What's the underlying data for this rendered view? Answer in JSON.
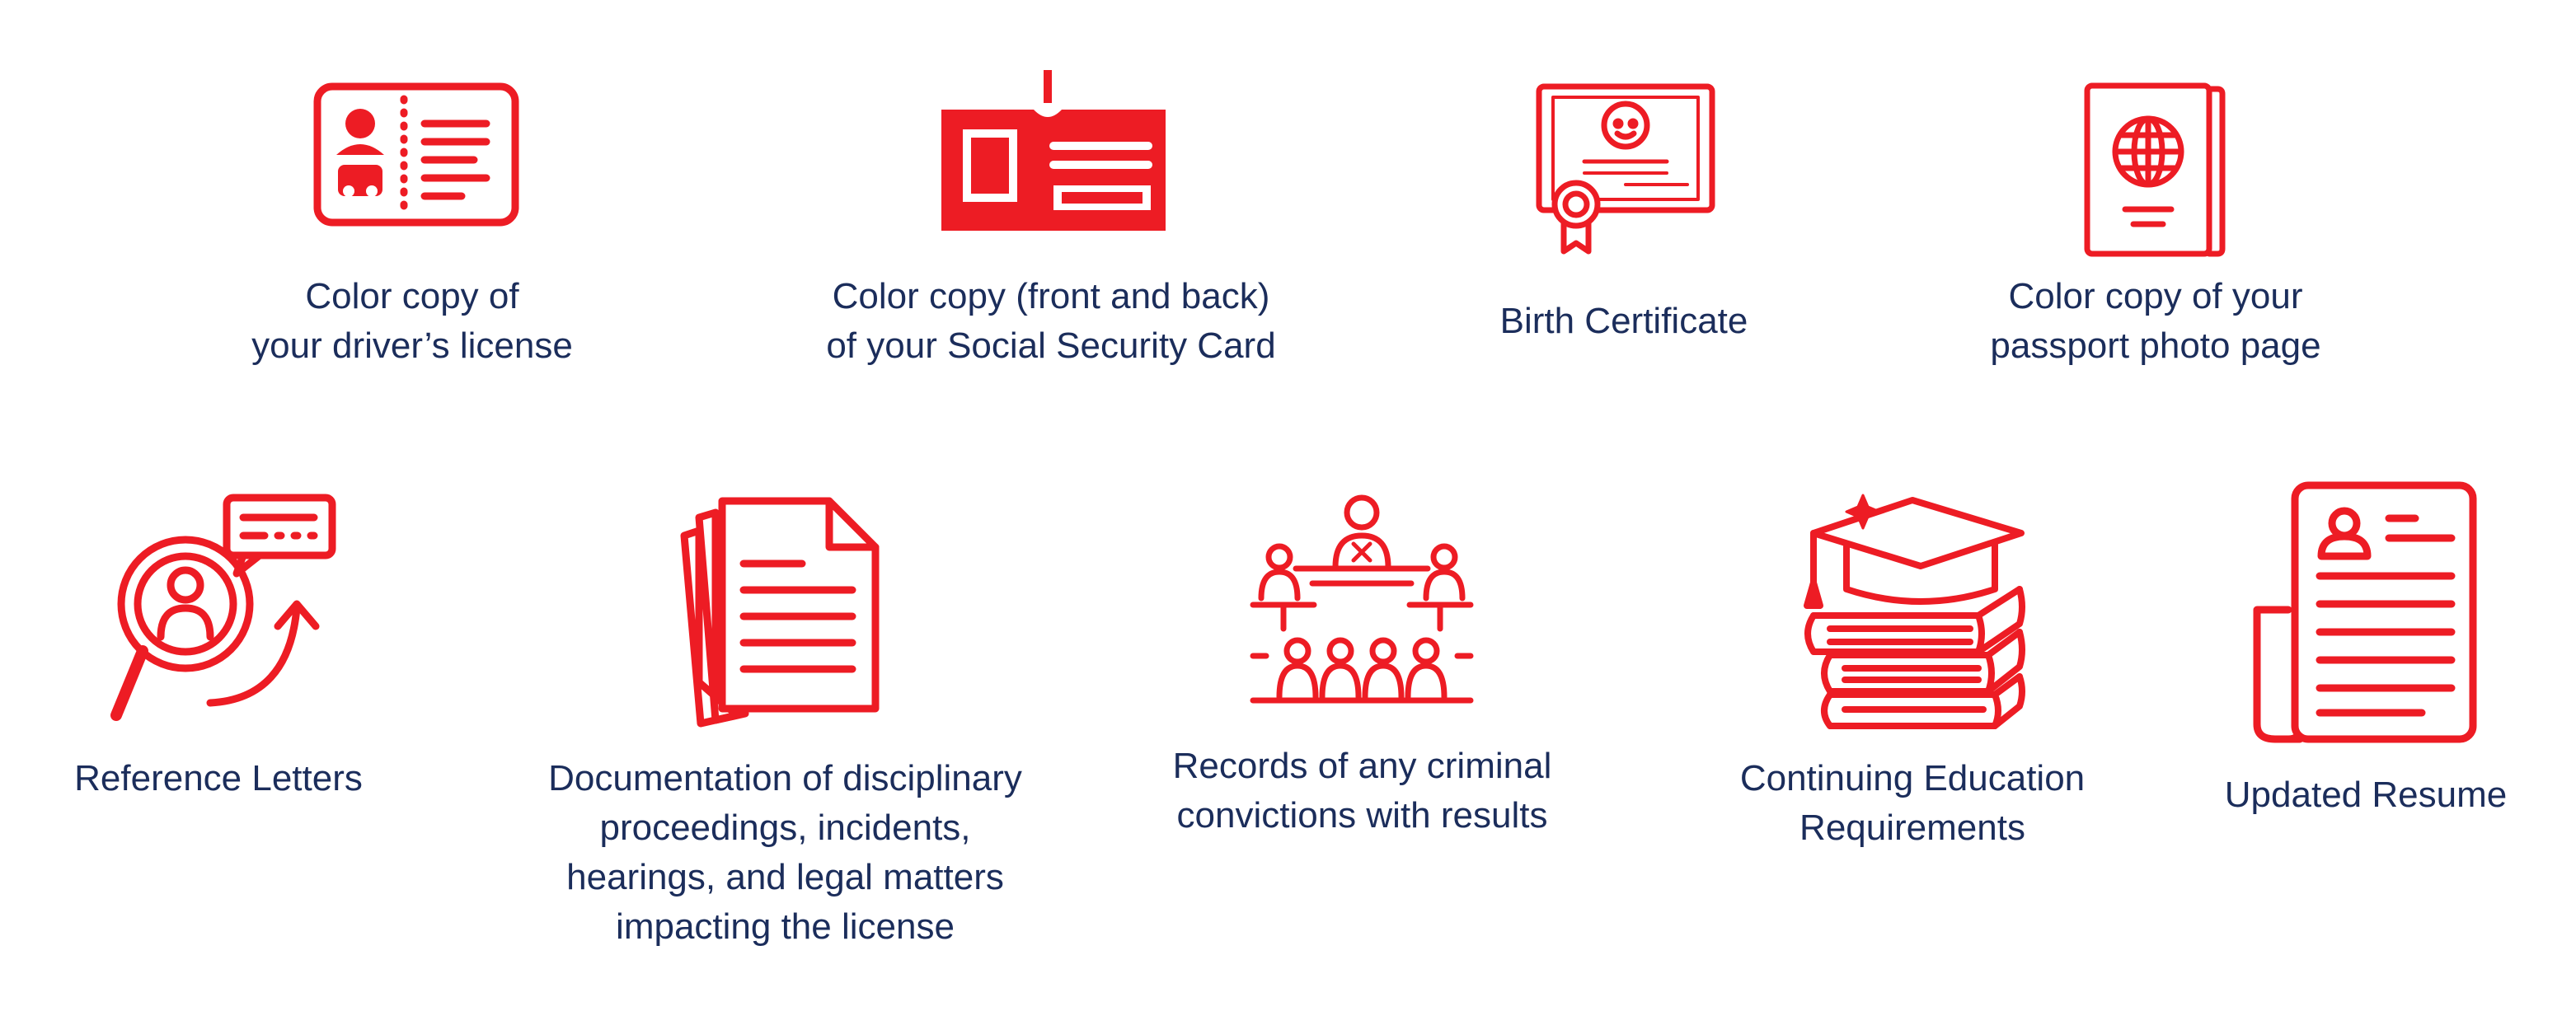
{
  "colors": {
    "icon": "#ed1c24",
    "text": "#1b2d5b",
    "background": "#ffffff"
  },
  "items": [
    {
      "icon": "drivers-license-icon",
      "lines": [
        "Color copy of",
        "your driver’s license"
      ]
    },
    {
      "icon": "social-security-card-icon",
      "lines": [
        "Color copy (front and back)",
        "of your Social Security Card"
      ]
    },
    {
      "icon": "birth-certificate-icon",
      "lines": [
        "Birth Certificate"
      ]
    },
    {
      "icon": "passport-icon",
      "lines": [
        "Color copy of your",
        "passport photo page"
      ]
    },
    {
      "icon": "reference-letters-icon",
      "lines": [
        "Reference Letters"
      ]
    },
    {
      "icon": "document-stack-icon",
      "lines": [
        "Documentation of disciplinary",
        "proceedings, incidents,",
        "hearings, and legal matters",
        "impacting the license"
      ]
    },
    {
      "icon": "courtroom-icon",
      "lines": [
        "Records of any criminal",
        "convictions with results"
      ]
    },
    {
      "icon": "education-books-icon",
      "lines": [
        "Continuing Education",
        "Requirements"
      ]
    },
    {
      "icon": "resume-icon",
      "lines": [
        "Updated Resume"
      ]
    }
  ]
}
